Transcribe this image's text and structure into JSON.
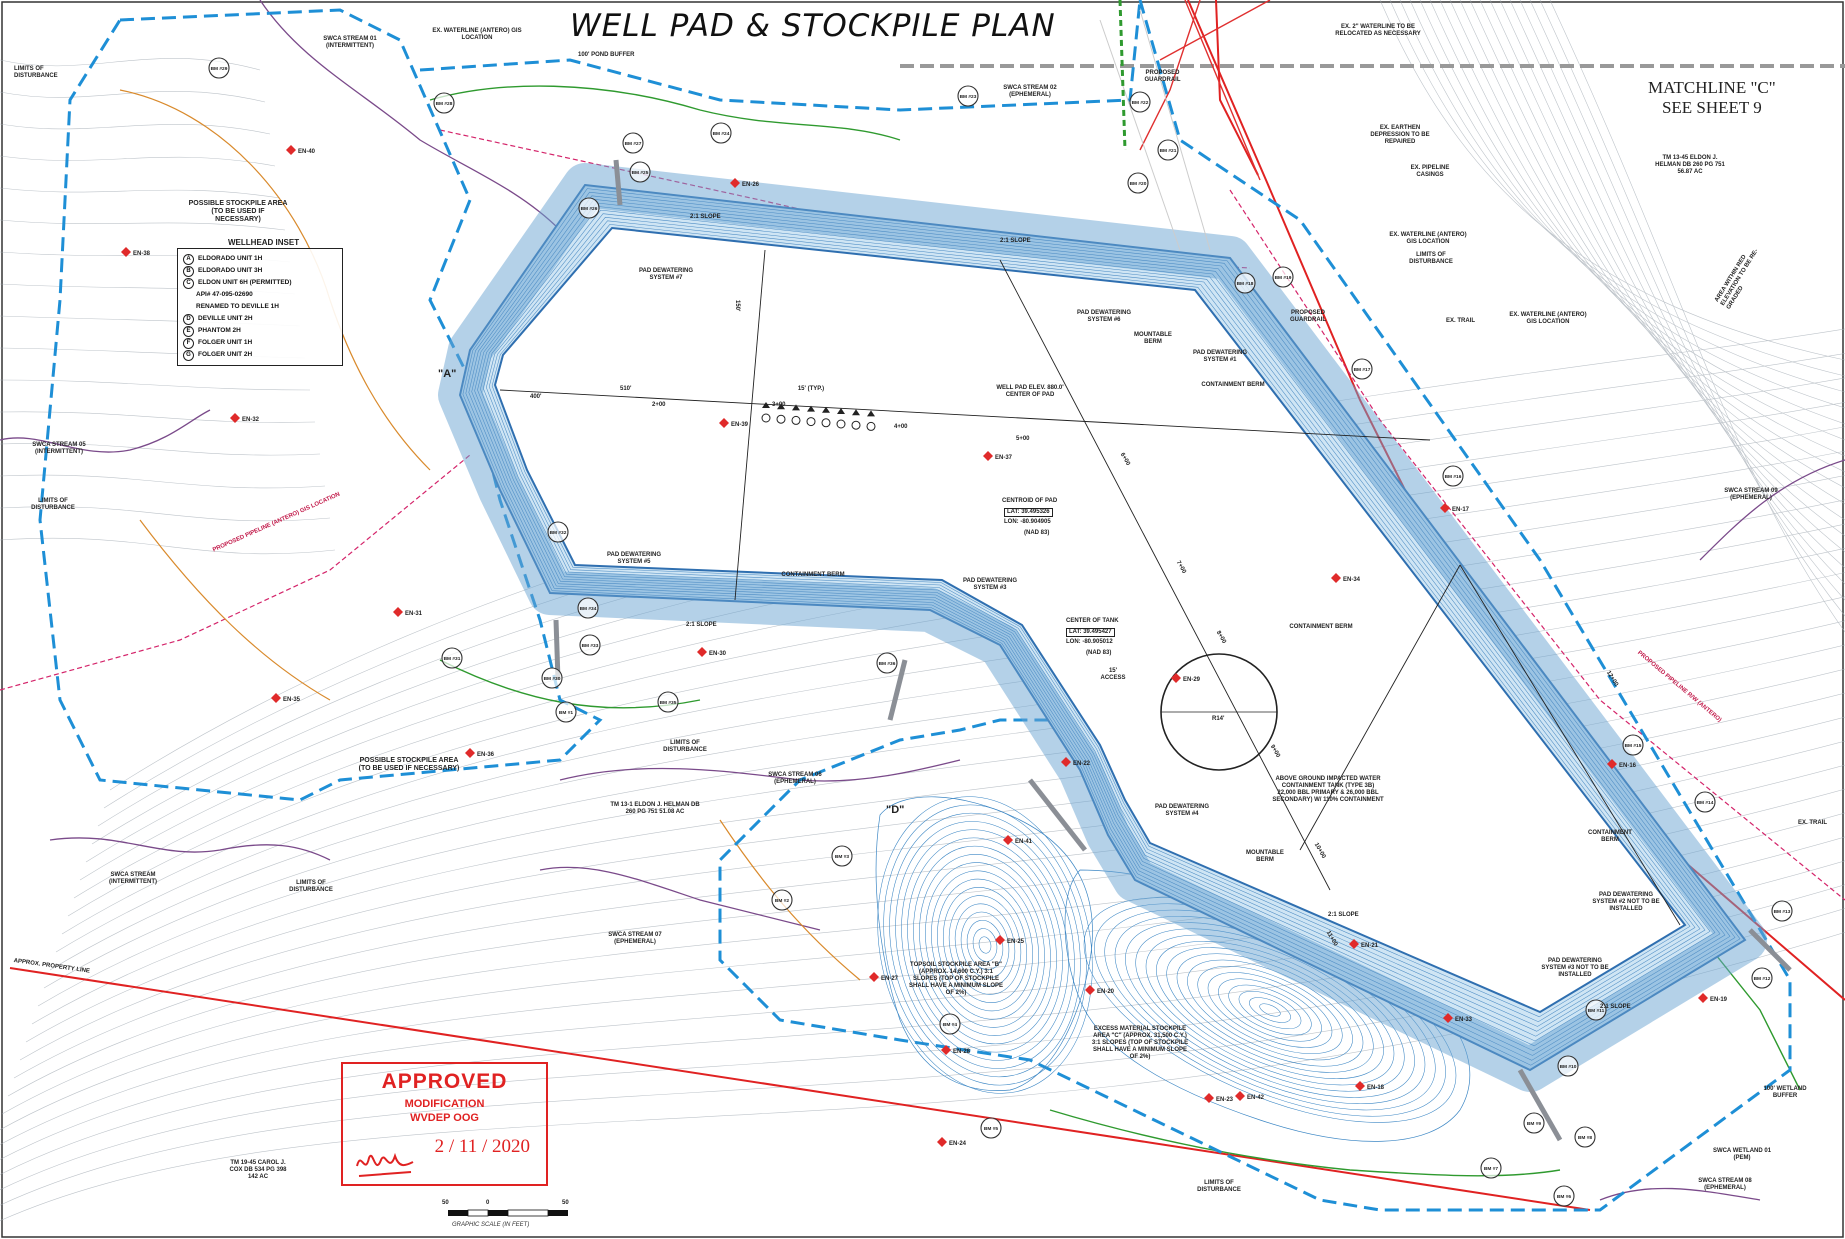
{
  "sheet": {
    "title": "WELL PAD & STOCKPILE PLAN",
    "matchline": {
      "line1": "MATCHLINE \"C\"",
      "line2": "SEE SHEET 9"
    },
    "scale_caption": "GRAPHIC SCALE (IN FEET)",
    "scale_ticks": [
      "50",
      "0",
      "50"
    ]
  },
  "legend": {
    "heading": "WELLHEAD INSET",
    "items": [
      {
        "key": "A",
        "label": "ELDORADO UNIT 1H"
      },
      {
        "key": "B",
        "label": "ELDORADO UNIT 3H"
      },
      {
        "key": "C",
        "label": "ELDON UNIT 6H (PERMITTED)"
      },
      {
        "key": "",
        "label": "API# 47-095-02690"
      },
      {
        "key": "",
        "label": "RENAMED TO DEVILLE 1H"
      },
      {
        "key": "D",
        "label": "DEVILLE UNIT 2H"
      },
      {
        "key": "E",
        "label": "PHANTOM 2H"
      },
      {
        "key": "F",
        "label": "FOLGER UNIT 1H"
      },
      {
        "key": "G",
        "label": "FOLGER UNIT 2H"
      }
    ]
  },
  "stamp": {
    "status": "APPROVED",
    "line2": "MODIFICATION",
    "line3": "WVDEP OOG",
    "date": "2 / 11 / 2020",
    "color": "#e02222"
  },
  "labels": {
    "stockpile_top": "POSSIBLE STOCKPILE AREA (TO BE USED IF NECESSARY)",
    "stockpile_bottom": "POSSIBLE STOCKPILE AREA (TO BE USED IF NECESSARY)",
    "limits_top_left": "LIMITS OF DISTURBANCE",
    "stream01": "SWCA STREAM 01 (INTERMITTENT)",
    "waterline_top": "EX. WATERLINE (ANTERO) GIS LOCATION",
    "pond_buffer": "100' POND BUFFER",
    "stream02": "SWCA STREAM 02 (EPHEMERAL)",
    "guardrail_top": "PROPOSED GUARDRAIL",
    "waterline_relocate": "EX. 2\" WATERLINE TO BE RELOCATED AS NECESSARY",
    "depression": "EX. EARTHEN DEPRESSION TO BE REPAIRED",
    "pipeline_casings": "EX. PIPELINE CASINGS",
    "tm_right": "TM 13-45 ELDON J. HELMAN DB 260 PG 751 56.87 AC",
    "waterline_right": "EX. WATERLINE (ANTERO) GIS LOCATION",
    "limits_right": "LIMITS OF DISTURBANCE",
    "guardrail_right": "PROPOSED GUARDRAIL",
    "trail_right": "EX. TRAIL",
    "ex_waterline": "EX. WATERLINE (ANTERO) GIS LOCATION",
    "berm_mountable": "MOUNTABLE BERM",
    "dewater_7": "PAD DEWATERING SYSTEM #7",
    "dewater_6": "PAD DEWATERING SYSTEM #6",
    "dewater_1": "PAD DEWATERING SYSTEM #1",
    "containment_berm_top": "CONTAINMENT BERM",
    "well_pad_elev": "WELL PAD ELEV. 880.0' CENTER OF PAD",
    "centroid_title": "CENTROID OF PAD",
    "centroid_lat": "LAT: 39.495326",
    "centroid_lon": "LON: -80.904905",
    "centroid_datum": "(NAD 83)",
    "dewater_5": "PAD DEWATERING SYSTEM #5",
    "containment_berm_mid": "CONTAINMENT BERM",
    "dewater_3": "PAD DEWATERING SYSTEM #3",
    "tank_center_title": "CENTER OF TANK",
    "tank_lat": "LAT: 39.495427",
    "tank_lon": "LON: -80.905012",
    "tank_datum": "(NAD 83)",
    "tank_access": "15' ACCESS",
    "tank_radius": "R14'",
    "containment_berm_right": "CONTAINMENT BERM",
    "tank_note": "ABOVE GROUND IMPACTED WATER CONTAINMENT TANK (TYPE 3B) 22,000 BBL PRIMARY & 26,000 BBL SECONDARY) W/ 110% CONTAINMENT",
    "dewater_4": "PAD DEWATERING SYSTEM #4",
    "berm_mountable_2": "MOUNTABLE BERM",
    "containment_berm_far": "CONTAINMENT BERM",
    "dewater_not_installed_1": "PAD DEWATERING SYSTEM #2 NOT TO BE INSTALLED",
    "dewater_not_installed_2": "PAD DEWATERING SYSTEM #3 NOT TO BE INSTALLED",
    "limits_mid": "LIMITS OF DISTURBANCE",
    "stream06": "SWCA STREAM 06 (EPHEMERAL)",
    "tm_mid": "TM 13-1 ELDON J. HELMAN DB 260 PG 751 51.08 AC",
    "stream_left_mid": "SWCA STREAM 05 (INTERMITTENT)",
    "limits_left_mid": "LIMITS OF DISTURBANCE",
    "pipeline_left": "PROPOSED PIPELINE (ANTERO) GIS LOCATION",
    "stream_bottom_left": "SWCA STREAM (INTERMITTENT)",
    "limits_bottom_left": "LIMITS OF DISTURBANCE",
    "property_line": "APPROX. PROPERTY LINE",
    "stream07": "SWCA STREAM 07 (EPHEMERAL)",
    "topsoil_b": "TOPSOIL STOCKPILE AREA \"B\" (APPROX. 14,600 C.Y.) 3:1 SLOPES (TOP OF STOCKPILE SHALL HAVE A MINIMUM SLOPE OF 2%)",
    "excess_material": "EXCESS MATERIAL STOCKPILE AREA \"C\" (APPROX. 31,500 C.Y.) 3:1 SLOPES (TOP OF STOCKPILE SHALL HAVE A MINIMUM SLOPE OF 2%)",
    "tm_bottom": "TM 19-45 CAROL J. COX DB 534 PG 398 142 AC",
    "limits_bottom": "LIMITS OF DISTURBANCE",
    "wetland_buffer": "100' WETLAND BUFFER",
    "wetland": "SWCA WETLAND 01 (PEM)",
    "stream08": "SWCA STREAM 08 (EPHEMERAL)",
    "stream09": "SWCA STREAM 09 (EPHEMERAL)",
    "pipeline_right": "PROPOSED PIPELINE R/W (ANTERO)",
    "trail_far_right": "EX. TRAIL",
    "dim_400": "400'",
    "dim_510": "510'",
    "dim_2_00": "2+00",
    "dim_3_00": "3+00",
    "dim_4_00": "4+00",
    "dim_5_00": "5+00",
    "dim_6_00": "6+00",
    "dim_7_00": "7+00",
    "dim_8_00": "8+00",
    "dim_9_00": "9+00",
    "dim_10_00": "10+00",
    "dim_11_00": "11+00",
    "dim_12_00": "12+00",
    "dim_150": "150'",
    "dim_15": "15' (TYP.)",
    "slope_label": "2:1 SLOPE",
    "section_a": "\"A\"",
    "section_d": "\"D\"",
    "grade_arrow": "AREA WITHIN RED ELEVATION TO BE RE-GRADED"
  },
  "markers": {
    "en": [
      "EN-40",
      "EN-38",
      "EN-32",
      "EN-39",
      "EN-37",
      "EN-34",
      "EN-31",
      "EN-35",
      "EN-30",
      "EN-29",
      "EN-26",
      "EN-22",
      "EN-21",
      "EN-17",
      "EN-16",
      "EN-18",
      "EN-23",
      "EN-24",
      "EN-25",
      "EN-27",
      "EN-28",
      "EN-36",
      "EN-33",
      "EN-19",
      "EN-20",
      "EN-41",
      "EN-42"
    ],
    "bm": [
      "BM #29",
      "BM #28",
      "BM #27",
      "BM #26",
      "BM #25",
      "BM #24",
      "BM #23",
      "BM #22",
      "BM #21",
      "BM #20",
      "BM #19",
      "BM #18",
      "BM #17",
      "BM #16",
      "BM #15",
      "BM #14",
      "BM #13",
      "BM #12",
      "BM #11",
      "BM #10",
      "BM #9",
      "BM #8",
      "BM #7",
      "BM #6",
      "BM #5",
      "BM #4",
      "BM #3",
      "BM #2",
      "BM #1",
      "BM #30",
      "BM #31",
      "BM #32",
      "BM #33",
      "BM #34",
      "BM #35",
      "BM #36"
    ]
  },
  "colors": {
    "pad_fill": "#aed4ee",
    "pad_edge": "#3a78b8",
    "lod": "#1e8fd6",
    "property": "#e02222",
    "pipeline": "#d4246a",
    "stream": "#7a4a8a",
    "contour": "#9aa3ad",
    "green": "#2f9a2f",
    "orange": "#d98a2c",
    "marker": "#e02a2a"
  }
}
